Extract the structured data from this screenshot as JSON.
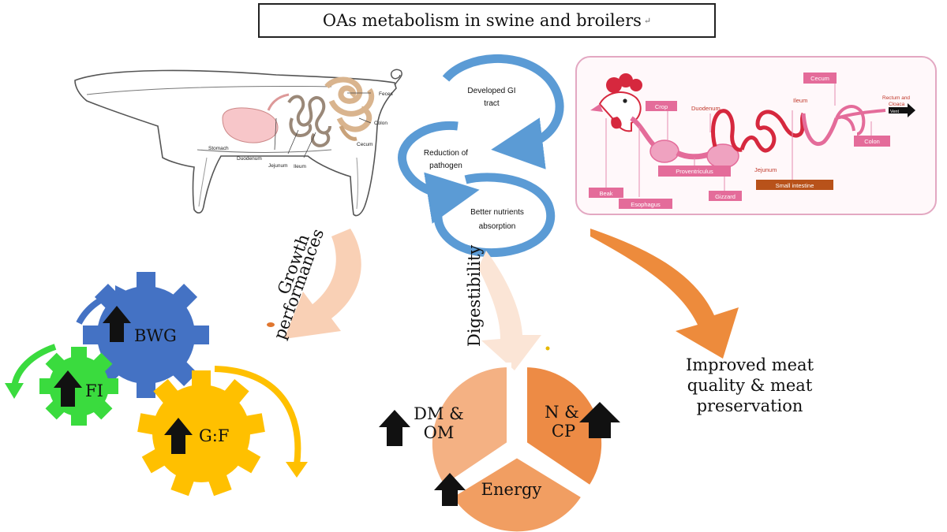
{
  "title": "OAs metabolism in swine and broilers",
  "title_mark": "↵",
  "pig": {
    "labels": {
      "feces": "Feces",
      "stomach": "Stomach",
      "colon": "Colon",
      "cecum": "Cecum",
      "duodenum": "Duodenum",
      "jejunum": "Jejunum",
      "ileum": "Ileum"
    }
  },
  "chicken": {
    "labels": {
      "cecum": "Cecum",
      "crop": "Crop",
      "duodenum": "Duodenum",
      "ileum": "Ileum",
      "rectum_cloaca": [
        "Rectum and",
        "Cloaca"
      ],
      "vent": "Vent",
      "colon": "Colon",
      "proventriculus": "Proventriculus",
      "jejunum": "Jejunum",
      "small_intestine": "Small intestine",
      "beak": "Beak",
      "esophagus": "Esophagus",
      "gizzard": "Gizzard"
    }
  },
  "cycle_steps": [
    [
      "Developed GI",
      "tract"
    ],
    [
      "Reduction of",
      "pathogen"
    ],
    [
      "Better nutrients",
      "absorption"
    ]
  ],
  "arrows": {
    "growth": [
      "Growth",
      "performances"
    ],
    "digestibility": "Digestibility",
    "meat": [
      "Improved meat",
      "quality & meat",
      "preservation"
    ]
  },
  "gears": {
    "bwg": "BWG",
    "fi": "FI",
    "gf": "G:F"
  },
  "pie": {
    "dm_om": [
      "DM &",
      "OM"
    ],
    "n_cp": [
      "N &",
      "CP"
    ],
    "energy": "Energy"
  },
  "colors": {
    "gear_blue": "#4472C4",
    "gear_green": "#3ADB3E",
    "gear_yellow": "#FFC000",
    "cycle_blue": "#5B9BD5",
    "pie_light": "#F4B183",
    "pie_dark": "#ED8B45",
    "pie_mid": "#F19E62",
    "meat_arrow": "#ED8B3C",
    "growth_arrow": "#F8CBAD",
    "chicken_pink": "#E46C9A",
    "chicken_red": "#D6283E"
  }
}
